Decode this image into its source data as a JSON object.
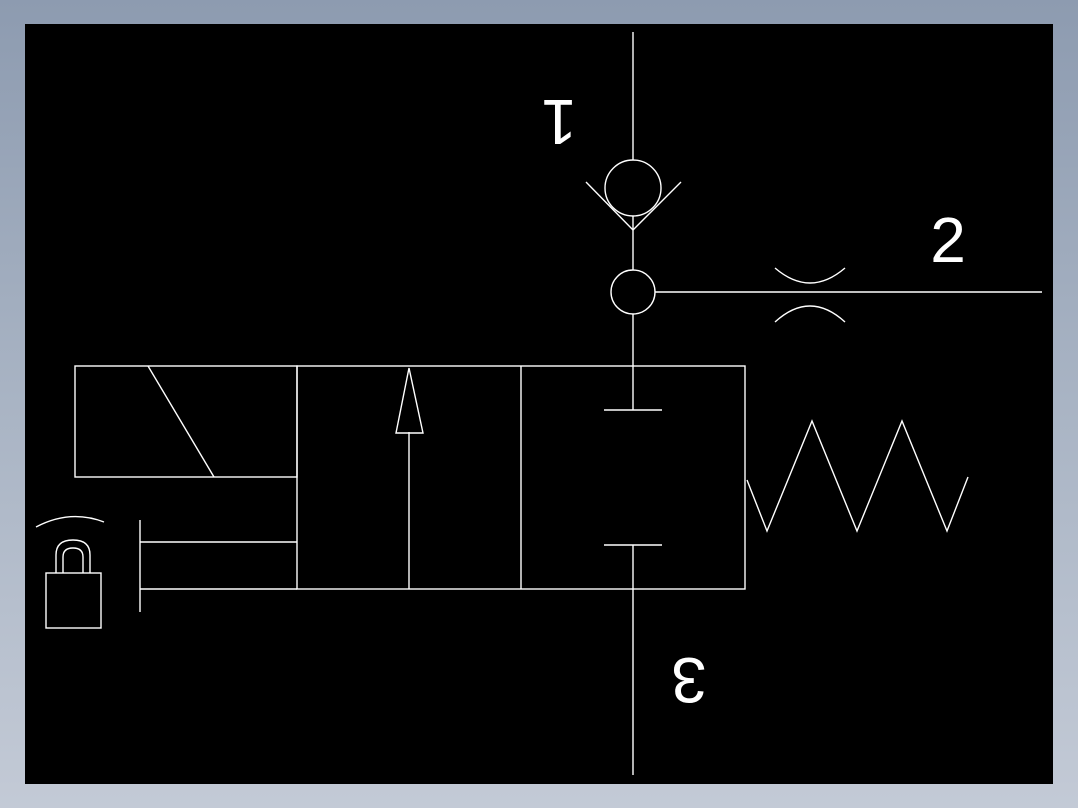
{
  "colors": {
    "background_frame": "#9aa6b8",
    "canvas": "#000000",
    "stroke": "#ffffff"
  },
  "ports": {
    "port_1": "1",
    "port_2": "2",
    "port_3": "3"
  }
}
